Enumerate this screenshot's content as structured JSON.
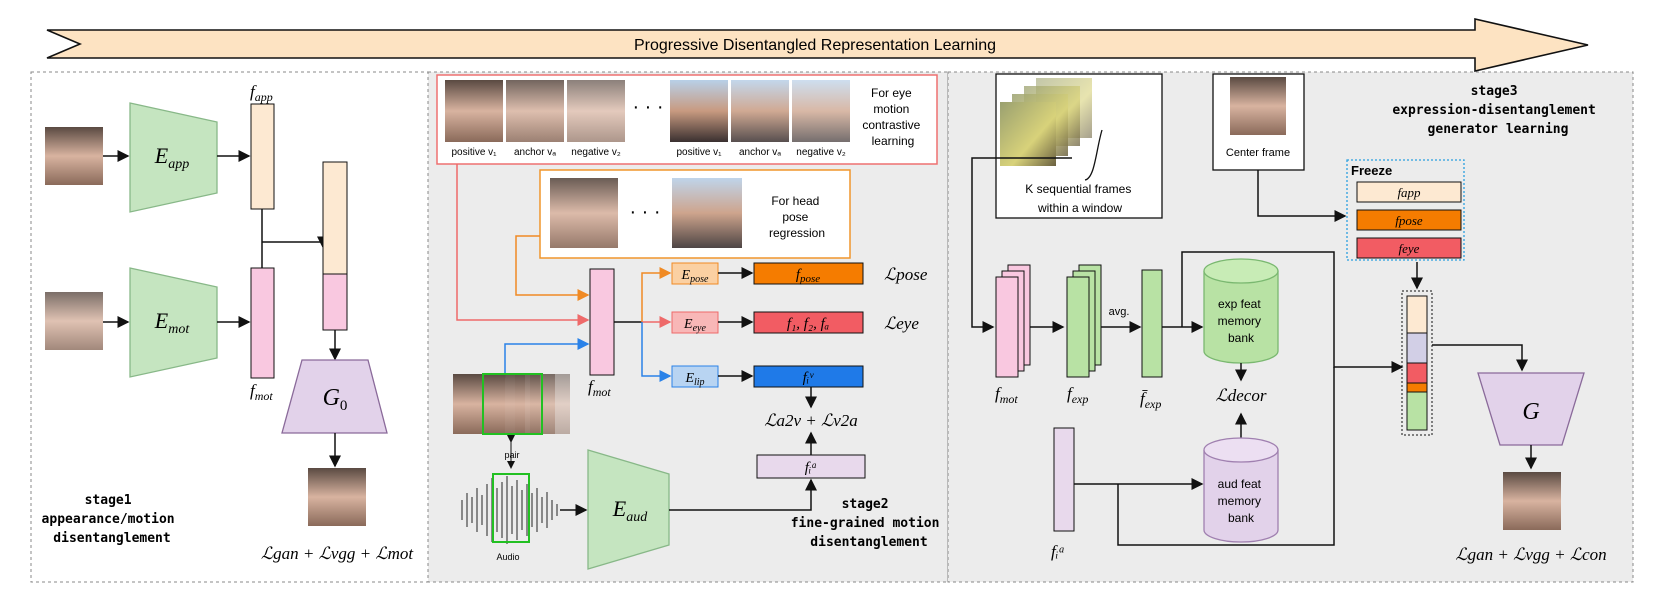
{
  "banner": {
    "title": "Progressive Disentangled Representation Learning"
  },
  "stage1": {
    "caption": [
      "stage1",
      "appearance/motion",
      "disentanglement"
    ],
    "enc_app": "E",
    "enc_app_sub": "app",
    "enc_mot": "E",
    "enc_mot_sub": "mot",
    "gen": "G",
    "gen_sub": "0",
    "f_app": "f",
    "f_app_sub": "app",
    "f_mot": "f",
    "f_mot_sub": "mot",
    "loss": "ℒgan + ℒvgg + ℒmot"
  },
  "stage2": {
    "caption": [
      "stage2",
      "fine-grained motion",
      "disentanglement"
    ],
    "eye_text": [
      "For eye",
      "motion",
      "contrastive",
      "learning"
    ],
    "eye_labels": [
      "positive v₁",
      "anchor vₐ",
      "negative v₂",
      "positive v₁",
      "anchor vₐ",
      "negative v₂"
    ],
    "ellipsis": "· · ·",
    "head_text": [
      "For head",
      "pose",
      "regression"
    ],
    "e_pose": "E",
    "e_pose_sub": "pose",
    "e_eye": "E",
    "e_eye_sub": "eye",
    "e_lip": "E",
    "e_lip_sub": "lip",
    "f_pose": "f",
    "f_pose_sub": "pose",
    "f_eye": "f₁, f₂, fₐ",
    "f_lip": "fᵢᵛ",
    "f_aud": "fᵢᵃ",
    "l_pose": "ℒpose",
    "l_eye": "ℒeye",
    "l_sync": "ℒa2v + ℒv2a",
    "f_mot": "f",
    "f_mot_sub": "mot",
    "pair": "pair",
    "audio": "Audio",
    "e_aud": "E",
    "e_aud_sub": "aud"
  },
  "stage3": {
    "caption": [
      "stage3",
      "expression-disentanglement",
      "generator learning"
    ],
    "k_frames": [
      "K sequential frames",
      "within a window"
    ],
    "center_frame": "Center frame",
    "freeze": "Freeze",
    "freeze_items": [
      "fapp",
      "fpose",
      "feye"
    ],
    "avg": "avg.",
    "exp_bank": [
      "exp feat",
      "memory",
      "bank"
    ],
    "aud_bank": [
      "aud feat",
      "memory",
      "bank"
    ],
    "l_decor": "ℒdecor",
    "f_mot": "f",
    "f_mot_sub": "mot",
    "f_exp": "f",
    "f_exp_sub": "exp",
    "f_exp_bar": "f̄",
    "f_exp_bar_sub": "exp",
    "f_aud": "fᵢᵃ",
    "gen": "G",
    "loss": "ℒgan + ℒvgg + ℒcon"
  },
  "colors": {
    "app": "#fde9d2",
    "mot": "#f9c8e0",
    "pose": "#f57c00",
    "eye": "#f25c63",
    "lip": "#1f7ae8",
    "aud": "#e8d9ec",
    "exp": "#b8e2a4",
    "gen": "#e2d2ea",
    "encoder": "#c5e5c0",
    "panel": "#ececec"
  }
}
